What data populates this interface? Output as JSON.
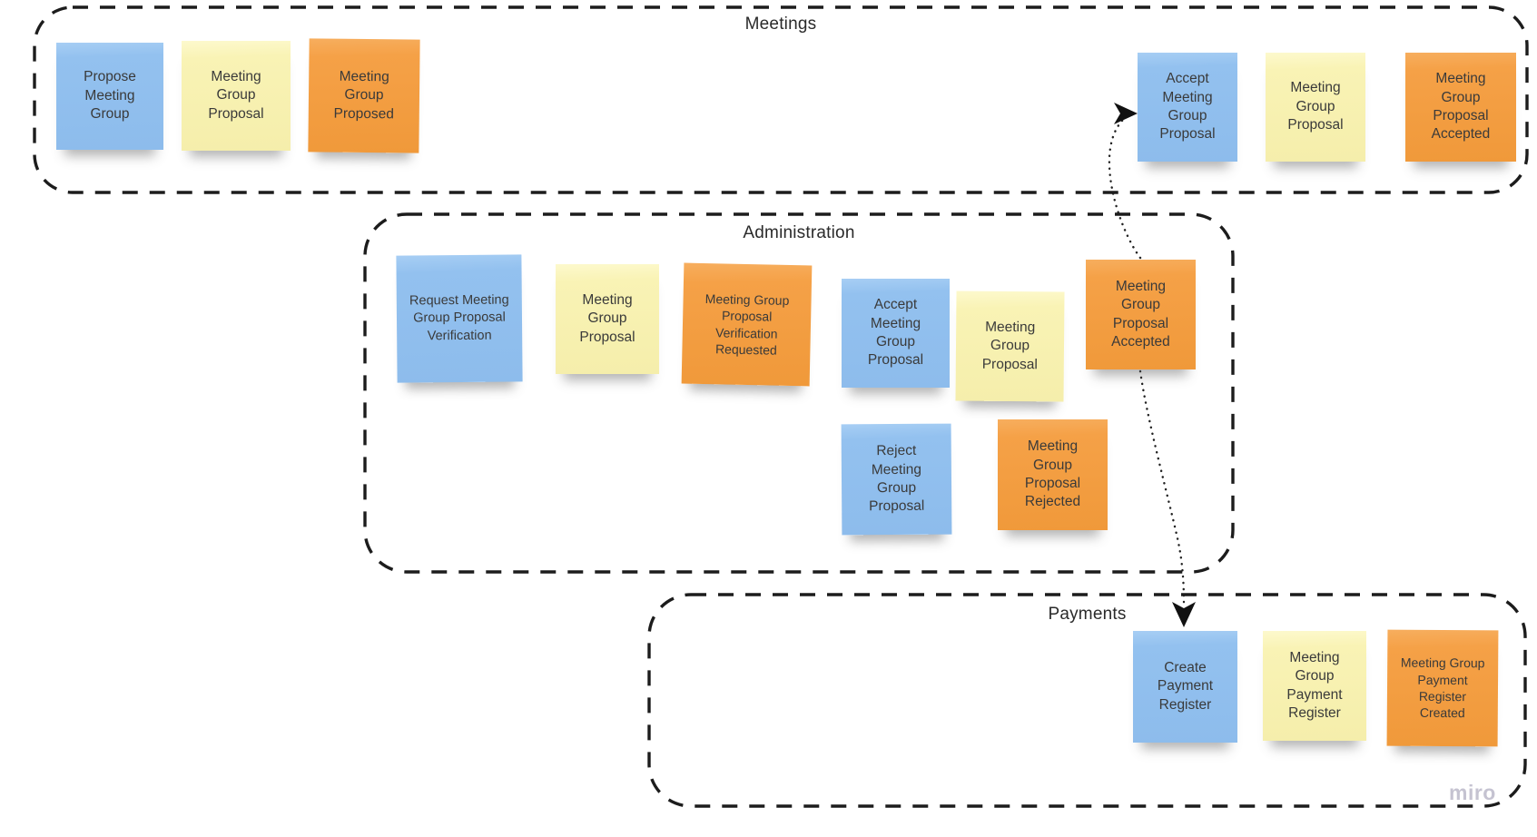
{
  "board": {
    "watermark": "miro",
    "colors": {
      "note_blue": "#93c1ef",
      "note_yellow": "#f9f3b5",
      "note_orange": "#f5a147",
      "frame_border": "#1c1c1c",
      "note_text": "#3a3a3a",
      "watermark_color": "#c5c3d1"
    },
    "regions": {
      "meetings": {
        "title": "Meetings",
        "notes": {
          "propose_meeting_group": {
            "text": "Propose\nMeeting\nGroup",
            "color": "blue"
          },
          "meeting_group_proposal_a": {
            "text": "Meeting\nGroup\nProposal",
            "color": "yellow"
          },
          "meeting_group_proposed": {
            "text": "Meeting\nGroup\nProposed",
            "color": "orange"
          },
          "accept_meeting_group_proposal": {
            "text": "Accept\nMeeting\nGroup\nProposal",
            "color": "blue"
          },
          "meeting_group_proposal_b": {
            "text": "Meeting\nGroup\nProposal",
            "color": "yellow"
          },
          "meeting_group_proposal_accepted": {
            "text": "Meeting\nGroup\nProposal\nAccepted",
            "color": "orange"
          }
        }
      },
      "administration": {
        "title": "Administration",
        "notes": {
          "request_meeting_group_proposal_verification": {
            "text": "Request Meeting\nGroup Proposal\nVerification",
            "color": "blue"
          },
          "meeting_group_proposal_a": {
            "text": "Meeting\nGroup\nProposal",
            "color": "yellow"
          },
          "meeting_group_proposal_verification_requested": {
            "text": "Meeting Group\nProposal\nVerification\nRequested",
            "color": "orange"
          },
          "accept_meeting_group_proposal": {
            "text": "Accept\nMeeting\nGroup\nProposal",
            "color": "blue"
          },
          "meeting_group_proposal_b": {
            "text": "Meeting\nGroup\nProposal",
            "color": "yellow"
          },
          "meeting_group_proposal_accepted": {
            "text": "Meeting\nGroup\nProposal\nAccepted",
            "color": "orange"
          },
          "reject_meeting_group_proposal": {
            "text": "Reject\nMeeting\nGroup\nProposal",
            "color": "blue"
          },
          "meeting_group_proposal_rejected": {
            "text": "Meeting\nGroup\nProposal\nRejected",
            "color": "orange"
          }
        }
      },
      "payments": {
        "title": "Payments",
        "notes": {
          "create_payment_register": {
            "text": "Create\nPayment\nRegister",
            "color": "blue"
          },
          "meeting_group_payment_register": {
            "text": "Meeting\nGroup\nPayment\nRegister",
            "color": "yellow"
          },
          "meeting_group_payment_register_created": {
            "text": "Meeting Group\nPayment\nRegister\nCreated",
            "color": "orange"
          }
        }
      }
    },
    "connections": [
      {
        "from": "administration.meeting_group_proposal_accepted",
        "to": "meetings.accept_meeting_group_proposal",
        "style": "dotted-arrow"
      },
      {
        "from": "administration.meeting_group_proposal_accepted",
        "to": "payments.create_payment_register",
        "style": "dotted-arrow"
      }
    ]
  }
}
